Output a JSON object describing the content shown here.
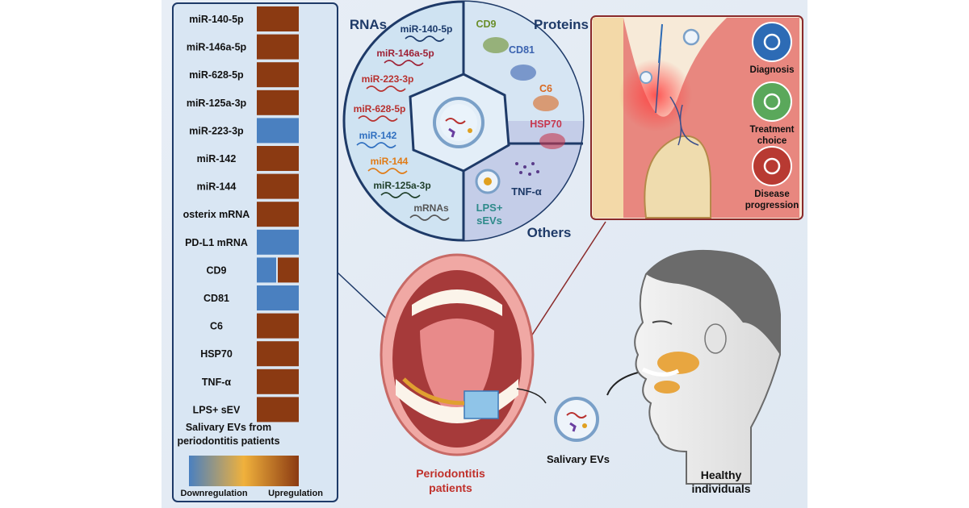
{
  "heatmap": {
    "rows": [
      {
        "label": "miR-140-5p",
        "cells": [
          "up"
        ]
      },
      {
        "label": "miR-146a-5p",
        "cells": [
          "up"
        ]
      },
      {
        "label": "miR-628-5p",
        "cells": [
          "up"
        ]
      },
      {
        "label": "miR-125a-3p",
        "cells": [
          "up"
        ]
      },
      {
        "label": "miR-223-3p",
        "cells": [
          "down"
        ]
      },
      {
        "label": "miR-142",
        "cells": [
          "up"
        ]
      },
      {
        "label": "miR-144",
        "cells": [
          "up"
        ]
      },
      {
        "label": "osterix mRNA",
        "cells": [
          "up"
        ]
      },
      {
        "label": "PD-L1 mRNA",
        "cells": [
          "down"
        ]
      },
      {
        "label": "CD9",
        "cells": [
          "down",
          "up"
        ]
      },
      {
        "label": "CD81",
        "cells": [
          "down"
        ]
      },
      {
        "label": "C6",
        "cells": [
          "up"
        ]
      },
      {
        "label": "HSP70",
        "cells": [
          "up"
        ]
      },
      {
        "label": "TNF-α",
        "cells": [
          "up"
        ]
      },
      {
        "label": "LPS+ sEV",
        "cells": [
          "up"
        ]
      }
    ],
    "caption_line1": "Salivary EVs from",
    "caption_line2": "periodontitis patients",
    "legend_low": "Downregulation",
    "legend_high": "Upregulation"
  },
  "circle": {
    "rnas_title": "RNAs",
    "proteins_title": "Proteins",
    "others_title": "Others",
    "rna_items": [
      {
        "label": "miR-140-5p",
        "color": "#1b3a6b"
      },
      {
        "label": "miR-146a-5p",
        "color": "#9e2236"
      },
      {
        "label": "miR-223-3p",
        "color": "#b8312f"
      },
      {
        "label": "miR-628-5p",
        "color": "#b8312f"
      },
      {
        "label": "miR-142",
        "color": "#2f6fc0"
      },
      {
        "label": "miR-144",
        "color": "#e07b16"
      },
      {
        "label": "miR-125a-3p",
        "color": "#1f3f2a"
      },
      {
        "label": "mRNAs",
        "color": "#555555"
      }
    ],
    "protein_items": [
      {
        "label": "CD9",
        "color": "#6a8e2a"
      },
      {
        "label": "CD81",
        "color": "#3b63b0"
      },
      {
        "label": "C6",
        "color": "#d9681f"
      },
      {
        "label": "HSP70",
        "color": "#c7384f"
      }
    ],
    "others_items": {
      "tnf": "TNF-α",
      "lps_line1": "LPS+",
      "lps_line2": "sEVs"
    }
  },
  "clinical": {
    "items": [
      {
        "line1": "Diagnosis",
        "line2": "",
        "color": "#2d6bb5",
        "icon": "magnifier-icon"
      },
      {
        "line1": "Treatment",
        "line2": "choice",
        "color": "#5aa85b",
        "icon": "clinic-icon"
      },
      {
        "line1": "Disease",
        "line2": "progression",
        "color": "#b83a32",
        "icon": "patient-icon"
      }
    ]
  },
  "labels": {
    "periodontitis_line1": "Periodontitis",
    "periodontitis_line2": "patients",
    "salivary_evs": "Salivary EVs",
    "healthy_line1": "Healthy",
    "healthy_line2": "individuals"
  },
  "colors": {
    "up": "#8b3a12",
    "down": "#4a80c0",
    "accent_red": "#c0302a",
    "navy": "#1e3a68"
  }
}
